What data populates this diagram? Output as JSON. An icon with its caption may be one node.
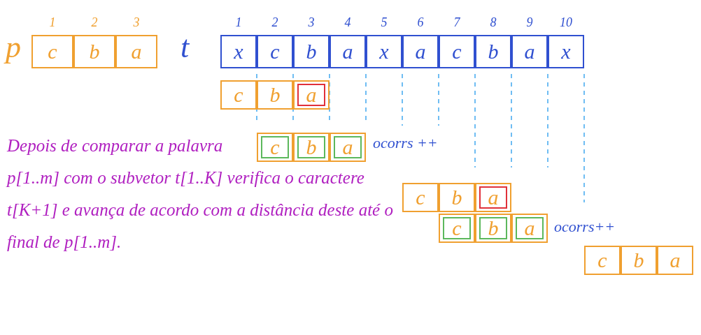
{
  "diagram": {
    "nodes": [
      {
        "text": [
          "c"
        ],
        "beside": [
          "1"
        ]
      },
      {
        "text": [
          "b"
        ],
        "beside": [
          "2"
        ]
      },
      {
        "text": [
          "a"
        ],
        "beside": [
          "3"
        ]
      },
      {
        "text": [
          "x"
        ],
        "beside": [
          "1"
        ]
      },
      {
        "text": [
          "c"
        ],
        "beside": [
          "2"
        ]
      },
      {
        "text": [
          "b"
        ],
        "beside": [
          "3"
        ]
      },
      {
        "text": [
          "a"
        ],
        "beside": [
          "4"
        ]
      },
      {
        "text": [
          "x"
        ],
        "beside": [
          "5"
        ]
      },
      {
        "text": [
          "a"
        ],
        "beside": [
          "6"
        ]
      },
      {
        "text": [
          "c"
        ],
        "beside": [
          "7"
        ]
      },
      {
        "text": [
          "b"
        ],
        "beside": [
          "8"
        ]
      },
      {
        "text": [
          "a"
        ],
        "beside": [
          "9"
        ]
      },
      {
        "text": [
          "x"
        ],
        "beside": [
          "10"
        ]
      },
      {
        "text": [
          "c"
        ]
      },
      {
        "text": [
          "b"
        ]
      },
      {
        "text": [],
        "shape": "box"
      },
      {
        "text": [
          "a"
        ],
        "in": 15
      },
      {
        "text": [],
        "shape": "box"
      },
      {
        "text": [
          "c"
        ],
        "in": 17
      },
      {
        "text": [],
        "shape": "box"
      },
      {
        "text": [
          "b"
        ],
        "in": 19
      },
      {
        "text": [],
        "shape": "box"
      },
      {
        "text": [
          "a"
        ],
        "in": 21
      },
      {
        "text": [
          "c"
        ]
      },
      {
        "text": [
          "b"
        ]
      },
      {
        "text": [],
        "shape": "box"
      },
      {
        "text": [
          "a"
        ],
        "in": 25
      },
      {
        "text": [],
        "shape": "box"
      },
      {
        "text": [
          "c"
        ],
        "in": 27
      },
      {
        "text": [],
        "shape": "box"
      },
      {
        "text": [
          "b"
        ],
        "in": 29
      },
      {
        "text": [],
        "shape": "box"
      },
      {
        "text": [
          "a"
        ],
        "in": 31
      },
      {
        "text": [
          "c"
        ]
      },
      {
        "text": [
          "b"
        ]
      },
      {
        "text": [
          "a"
        ]
      }
    ],
    "edges": [],
    "labels": [
      "p",
      "t",
      "Depois de comparar a palavra p[1..m] com o subvetor t[1..K] verifica o caractere t[K+1] e avança de acordo com a distância deste até o final de p[1..m].",
      "ocorrs ++",
      "ocorrs++"
    ]
  }
}
